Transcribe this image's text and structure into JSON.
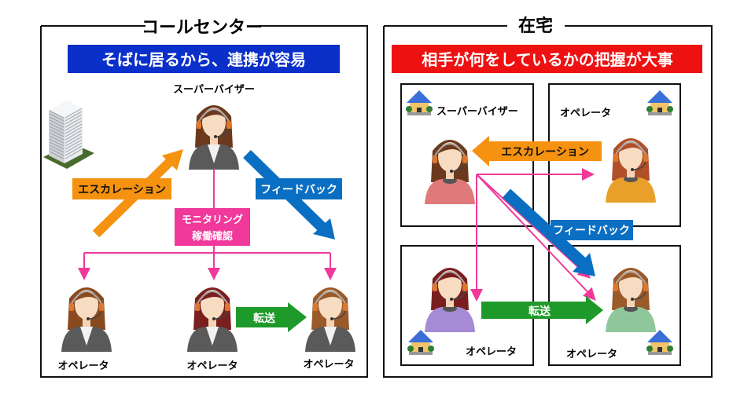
{
  "call_center": {
    "title": "コールセンター",
    "banner": "そばに居るから、連携が容易",
    "supervisor_label": "スーパーバイザー",
    "escalation_label": "エスカレーション",
    "feedback_label": "フィードバック",
    "monitoring_line1": "モニタリング",
    "monitoring_line2": "稼働確認",
    "transfer_label": "転送",
    "operators": [
      "オペレータ",
      "オペレータ",
      "オペレータ"
    ]
  },
  "remote": {
    "title": "在宅",
    "banner": "相手が何をしているかの把握が大事",
    "supervisor_label": "スーパーバイザー",
    "escalation_label": "エスカレーション",
    "feedback_label": "フィードバック",
    "transfer_label": "転送",
    "operators": [
      "オペレータ",
      "オペレータ",
      "オペレータ"
    ]
  },
  "colors": {
    "blue_banner": "#0b2fc9",
    "red_banner": "#ee1111",
    "escalation": "#f5920f",
    "feedback": "#0a6fc2",
    "monitoring": "#f0399a",
    "transfer": "#1e9a2a"
  }
}
